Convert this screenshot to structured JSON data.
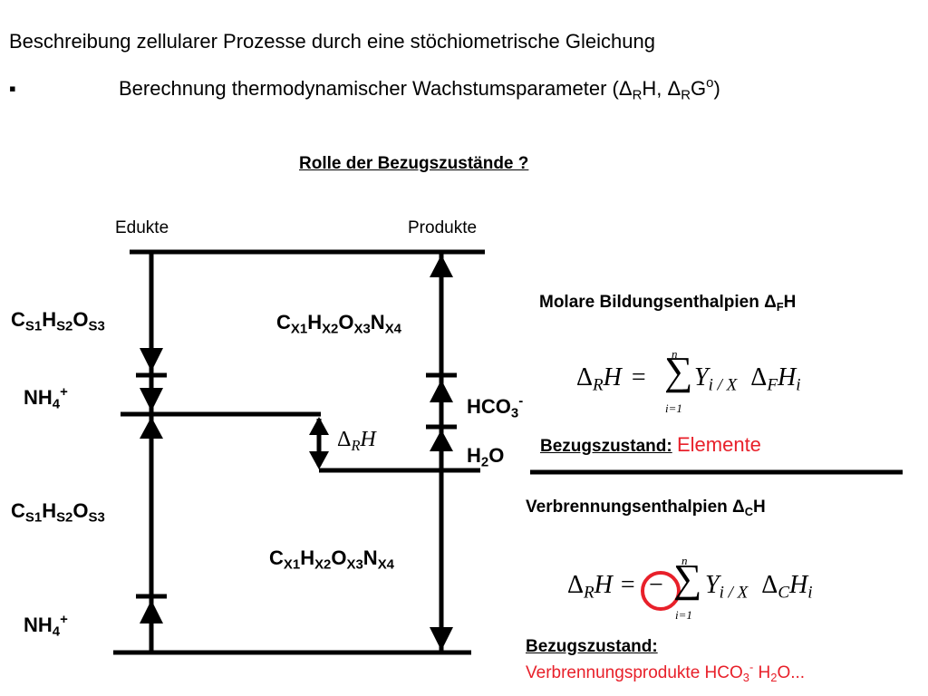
{
  "header": {
    "line1": "Beschreibung zellularer Prozesse durch eine stöchiometrische Gleichung",
    "bullet": "▪",
    "line2_text": "Berechnung thermodynamischer Wachstumsparameter (Δ",
    "line2_sub1": "R",
    "line2_mid": "H, Δ",
    "line2_sub2": "R",
    "line2_g": "G",
    "line2_sup": "o",
    "line2_end": ")"
  },
  "subtitle": "Rolle der Bezugszustände ?",
  "diagram": {
    "edukte": "Edukte",
    "produkte": "Produkte",
    "substrate": {
      "C": "C",
      "s1": "S1",
      "H": "H",
      "s2": "S2",
      "O": "O",
      "s3": "S3"
    },
    "biomass": {
      "C": "C",
      "x1": "X1",
      "H": "H",
      "x2": "X2",
      "O": "O",
      "x3": "X3",
      "N": "N",
      "x4": "X4"
    },
    "ammonium": {
      "base": "NH",
      "sub": "4",
      "sup": "+"
    },
    "bicarbonate": {
      "base": "HCO",
      "sub": "3",
      "sup": "-"
    },
    "water": {
      "H": "H",
      "sub": "2",
      "O": "O"
    },
    "delta_label": {
      "delta": "Δ",
      "sub": "R",
      "H": "H"
    }
  },
  "right_panel": {
    "formation_title": "Molare Bildungsenthalpien Δ",
    "formation_sub": "F",
    "formation_H": "H",
    "eq1": {
      "lhs_delta": "Δ",
      "lhs_sub": "R",
      "lhs_H": "H",
      "eq": "=",
      "sigma": "∑",
      "upper": "n",
      "lower": "i=1",
      "Y": "Y",
      "Y_sub": "i / X",
      "d": "Δ",
      "d_sub": "F",
      "H": "H",
      "H_sub": "i"
    },
    "ref1_label": "Bezugszustand:",
    "ref1_value": "Elemente",
    "combustion_title": "Verbrennungsenthalpien Δ",
    "combustion_sub": "C",
    "combustion_H": "H",
    "eq2": {
      "lhs_delta": "Δ",
      "lhs_sub": "R",
      "lhs_H": "H",
      "eq": "=",
      "minus": "−",
      "sigma": "∑",
      "upper": "n",
      "lower": "i=1",
      "Y": "Y",
      "Y_sub": "i / X",
      "d": "Δ",
      "d_sub": "C",
      "H": "H",
      "H_sub": "i"
    },
    "ref2_label": "Bezugszustand:",
    "ref2_value_pre": "Verbrennungsprodukte HCO",
    "ref2_value_sub": "3",
    "ref2_value_sup": "-",
    "ref2_value_mid": " H",
    "ref2_value_sub2": "2",
    "ref2_value_end": "O..."
  },
  "colors": {
    "text": "#000000",
    "accent": "#e8202a",
    "line": "#000000"
  }
}
